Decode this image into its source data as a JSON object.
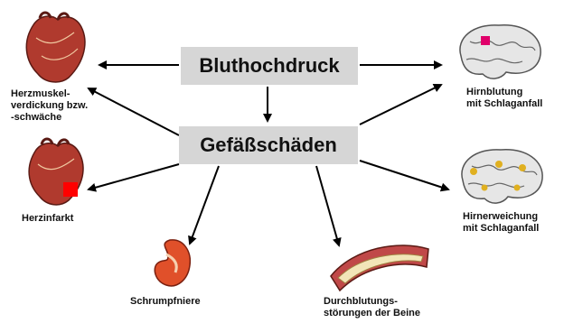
{
  "center_boxes": {
    "top": "Bluthochdruck",
    "middle": "Gefäßschäden"
  },
  "outcomes": {
    "herzmuskel": "Herzmuskel-\nverdickung bzw.\n-schwäche",
    "herzinfarkt": "Herzinfarkt",
    "schrumpfniere": "Schrumpfniere",
    "durchblutung": "Durchblutungs-\nstörungen der Beine",
    "hirnblutung": "Hirnblutung\nmit Schlaganfall",
    "hirnerweichung": "Hirnerweichung\nmit Schlaganfall"
  },
  "colors": {
    "box_fill": "#d6d6d6",
    "heart": "#b03a2e",
    "heart_mark": "#ff0000",
    "brain": "#e6e6e6",
    "brain_spot_red": "#e0006a",
    "brain_spot_yellow": "#e0b020",
    "kidney": "#e0502a",
    "vessel_wall": "#c04848",
    "plaque": "#f2e6b8"
  }
}
